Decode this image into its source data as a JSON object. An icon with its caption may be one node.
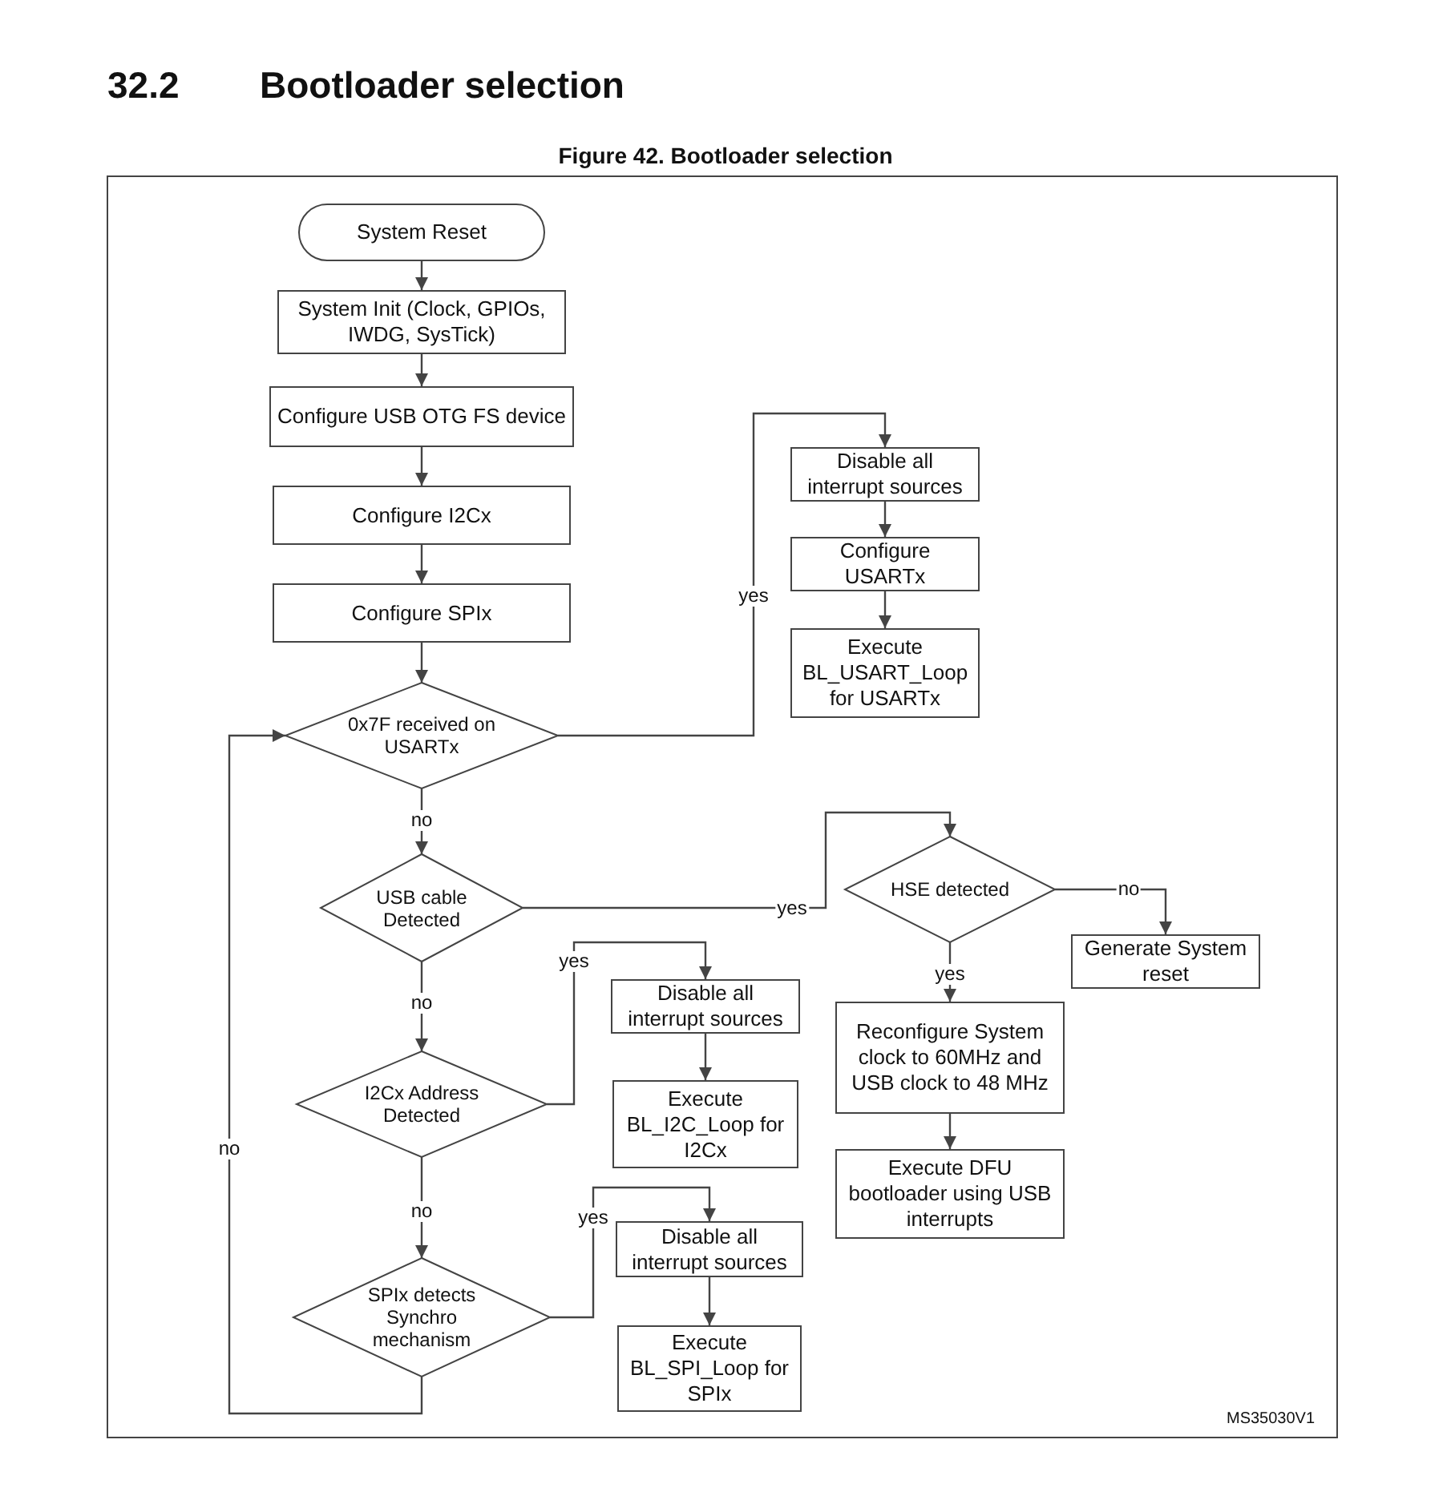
{
  "diagram": {
    "title": "Bootloader selection",
    "caption": "Figure 42. Bootloader selection",
    "nodes": [
      {
        "text": [
          "System Reset"
        ]
      },
      {
        "text": [
          "System Init (Clock, GPIOs, IWDG, SysTick)"
        ]
      },
      {
        "text": [
          "Configure USB OTG FS device"
        ]
      },
      {
        "text": [
          "Configure I2Cx"
        ]
      },
      {
        "text": [
          "Configure SPIx"
        ]
      },
      {
        "text": [
          "0x7F received on USARTx"
        ]
      },
      {
        "text": [
          "Disable all interrupt sources"
        ]
      },
      {
        "text": [
          "Configure USARTx"
        ]
      },
      {
        "text": [
          "Execute BL_USART_Loop for USARTx"
        ]
      },
      {
        "text": [
          "USB cable Detected"
        ]
      },
      {
        "text": [
          "HSE detected"
        ]
      },
      {
        "text": [
          "Generate System reset"
        ]
      },
      {
        "text": [
          "Reconfigure System clock to 60MHz and USB clock to 48 MHz"
        ]
      },
      {
        "text": [
          "Execute DFU bootloader using USB interrupts"
        ]
      },
      {
        "text": [
          "I2Cx Address Detected"
        ]
      },
      {
        "text": [
          "Disable all interrupt sources"
        ]
      },
      {
        "text": [
          "Execute BL_I2C_Loop for I2Cx"
        ]
      },
      {
        "text": [
          "SPIx detects Synchro mechanism"
        ]
      },
      {
        "text": [
          "Disable all interrupt sources"
        ]
      },
      {
        "text": [
          "Execute BL_SPI_Loop for SPIx"
        ]
      }
    ],
    "edges": [
      {
        "from": 0,
        "to": 1,
        "arrow": "to"
      },
      {
        "from": 1,
        "to": 2,
        "arrow": "to"
      },
      {
        "from": 2,
        "to": 3,
        "arrow": "to"
      },
      {
        "from": 3,
        "to": 4,
        "arrow": "to"
      },
      {
        "from": 4,
        "to": 5,
        "arrow": "to"
      },
      {
        "from": 5,
        "to": 6,
        "arrow": "to",
        "label": "yes"
      },
      {
        "from": 6,
        "to": 7,
        "arrow": "to"
      },
      {
        "from": 7,
        "to": 8,
        "arrow": "to"
      },
      {
        "from": 5,
        "to": 9,
        "arrow": "to",
        "label": "no"
      },
      {
        "from": 9,
        "to": 10,
        "arrow": "to",
        "label": "yes"
      },
      {
        "from": 10,
        "to": 11,
        "arrow": "to",
        "label": "no"
      },
      {
        "from": 10,
        "to": 12,
        "arrow": "to",
        "label": "yes"
      },
      {
        "from": 12,
        "to": 13,
        "arrow": "to"
      },
      {
        "from": 9,
        "to": 14,
        "arrow": "to",
        "label": "no"
      },
      {
        "from": 14,
        "to": 15,
        "arrow": "to",
        "label": "yes"
      },
      {
        "from": 15,
        "to": 16,
        "arrow": "to"
      },
      {
        "from": 14,
        "to": 17,
        "arrow": "to",
        "label": "no"
      },
      {
        "from": 17,
        "to": 18,
        "arrow": "to",
        "label": "yes"
      },
      {
        "from": 18,
        "to": 19,
        "arrow": "to"
      },
      {
        "from": 17,
        "to": 5,
        "arrow": "to",
        "label": "no"
      }
    ],
    "labels": [
      "32.2",
      "MS35030V1"
    ]
  }
}
